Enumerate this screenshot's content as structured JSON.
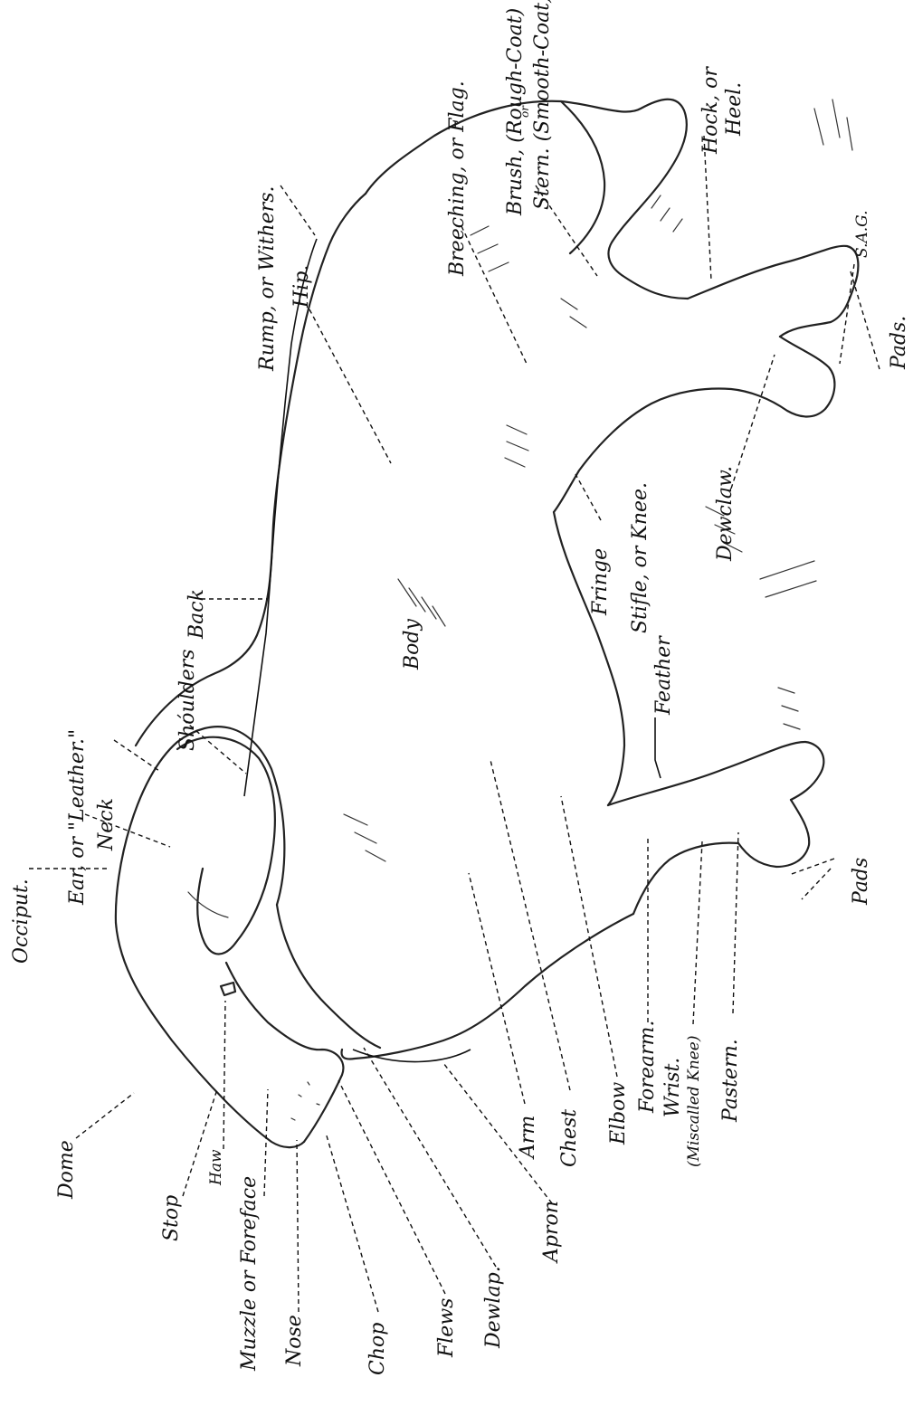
{
  "diagram": {
    "signature": "S.A.G.",
    "labels": {
      "occiput": "Occiput.",
      "ear": "Ear, or \"Leather.\"",
      "neck": "Neck",
      "shoulders": "Shoulders",
      "back": "Back",
      "rump": "Rump, or Withers.",
      "hip": "Hip.",
      "breeching": "Breeching, or Flag.",
      "brush": "Brush, (Rough-Coat)",
      "or_small": "or",
      "stern": "Stern. (Smooth-Coat)",
      "hock": "Hock, or",
      "heel": "Heel.",
      "pads_hind": "Pads.",
      "dewclaw": "Dewclaw.",
      "stifle": "Stifle, or Knee.",
      "fringe": "Fringe",
      "feather": "Feather",
      "body": "Body",
      "pads_fore": "Pads",
      "dome": "Dome",
      "stop": "Stop",
      "haw": "Haw",
      "muzzle": "Muzzle or Foreface",
      "nose": "Nose",
      "chop": "Chop",
      "flews": "Flews",
      "dewlap": "Dewlap.",
      "apron": "Apron",
      "arm": "Arm",
      "chest": "Chest",
      "elbow": "Elbow",
      "forearm": "Forearm.",
      "wrist": "Wrist.",
      "miscalled": "(Miscalled Knee)",
      "pastern": "Pastern."
    }
  }
}
